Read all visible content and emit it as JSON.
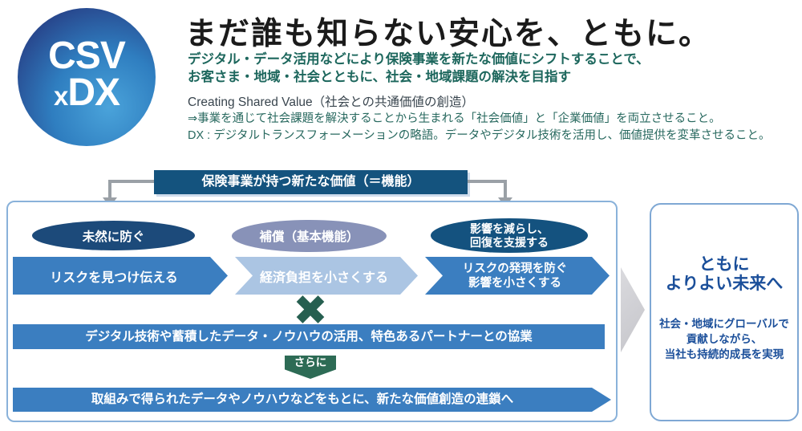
{
  "logo": {
    "top": "CSV",
    "x": "x",
    "dx": "DX"
  },
  "header": {
    "title": "まだ誰も知らない安心を、ともに。",
    "subtitle": {
      "line1": "デジタル・データ活用などにより保険事業を新たな価値にシフトすることで、",
      "line2": "お客さま・地域・社会とともに、社会・地域課題の解決を目指す"
    },
    "notes": {
      "line1": "Creating Shared Value（社会との共通価値の創造）",
      "line2": "⇒事業を通じて社会課題を解決することから生まれる「社会価値」と「企業価値」を両立させること。",
      "line3": "DX : デジタルトランスフォーメーションの略語。データやデジタル技術を活用し、価値提供を変革させること。"
    }
  },
  "diagram": {
    "banner_label": "保険事業が持つ新たな価値（＝機能）",
    "ellipses": [
      {
        "label": "未然に防ぐ"
      },
      {
        "label": "補償（基本機能）"
      },
      {
        "line1": "影響を減らし、",
        "line2": "回復を支援する"
      }
    ],
    "process_arrows": [
      {
        "label": "リスクを見つけ伝える"
      },
      {
        "label": "経済負担を小さくする"
      },
      {
        "line1": "リスクの発現を防ぐ",
        "line2": "影響を小さくする"
      }
    ],
    "multiply_symbol": "×",
    "bar_collaboration": "デジタル技術や蓄積したデータ・ノウハウの活用、特色あるパートナーとの協業",
    "furthermore_label": "さらに",
    "bar_chain": "取組みで得られたデータやノウハウなどをもとに、新たな価値創造の連鎖へ"
  },
  "outcome_box": {
    "title_line1": "ともに",
    "title_line2": "よりよい未来へ",
    "body_line1": "社会・地域にグローバルで",
    "body_line2": "貢献しながら、",
    "body_line3": "当社も持続的成長を実現"
  },
  "colors": {
    "banner_bg": "#14537e",
    "ellipse_prevent_bg": "#1c4a7a",
    "ellipse_compensation_bg": "#8892b8",
    "ellipse_reduce_bg": "#14527f",
    "arrow_blue": "#3b7ec0",
    "arrow_light_blue": "#abc5e3",
    "multiply_green": "#265f50",
    "furthermore_green": "#2d6b55",
    "panel_border": "#8ab2da",
    "outcome_border": "#7fa8d4",
    "outcome_text": "#1b4f9a",
    "teal_text": "#1d675d",
    "note_gray_text": "#39454e",
    "connector_gray": "#9aa0a6",
    "big_arrow_gray": "#cdcdd1",
    "logo_inner": "#4aa3da",
    "logo_outer": "#232e63"
  }
}
